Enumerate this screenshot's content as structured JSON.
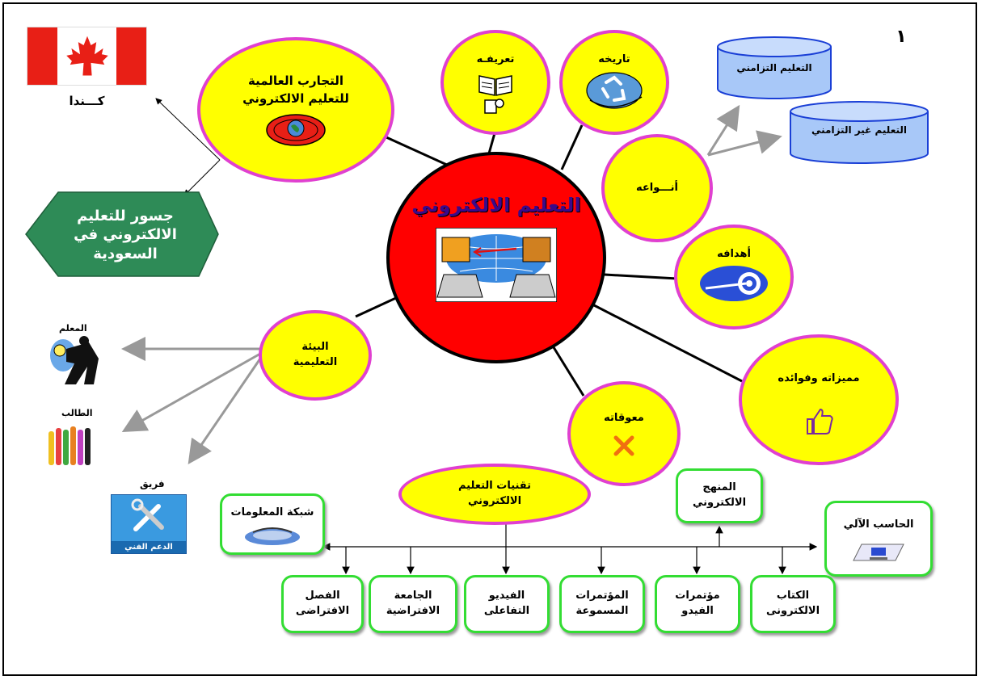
{
  "page_number": "١",
  "center": {
    "title": "التعليم الالكتروني"
  },
  "nodes": {
    "definition": "تعريفـه",
    "history": "تاريخه",
    "global_experiences": "التجارب العالمية\nللتعليم الالكتروني",
    "types": "أنـــواعه",
    "goals": "أهدافه",
    "advantages": "مميزاته وفوائده",
    "obstacles": "معوقاته",
    "environment": "البيئة\nالتعليمية",
    "technologies": "تقنيات التعليم\nالالكتروني"
  },
  "types": {
    "synchronous": "التعليم التزامني",
    "asynchronous": "التعليم غير التزامني"
  },
  "canada": {
    "label": "كـــندا"
  },
  "bridges": {
    "label": "جسور للتعليم\nالالكتروني في\nالسعودية"
  },
  "environment_items": {
    "teacher": "المعلم",
    "student": "الطالب",
    "team": "فريق",
    "team_banner": "الدعم الفني"
  },
  "tech": {
    "network": "شبكة المعلومات",
    "curriculum": "المنهج\nالالكتروني",
    "computer": "الحاسب الآلي",
    "virtual_class": "الفصل\nالافتراضى",
    "virtual_university": "الجامعة\nالافتراضية",
    "interactive_video": "الفيديو\nالتفاعلى",
    "audio_conferences": "المؤتمرات\nالمسموعة",
    "video_conferences": "مؤتمرات\nالفيدو",
    "ebook": "الكتاب\nالالكترونى"
  },
  "colors": {
    "center_fill": "#ff0000",
    "node_fill": "#ffff00",
    "node_border": "#e040d0",
    "cylinder_fill": "#a8c8f8",
    "bridges_fill": "#2e8b57",
    "tech_border": "#33dd33"
  }
}
